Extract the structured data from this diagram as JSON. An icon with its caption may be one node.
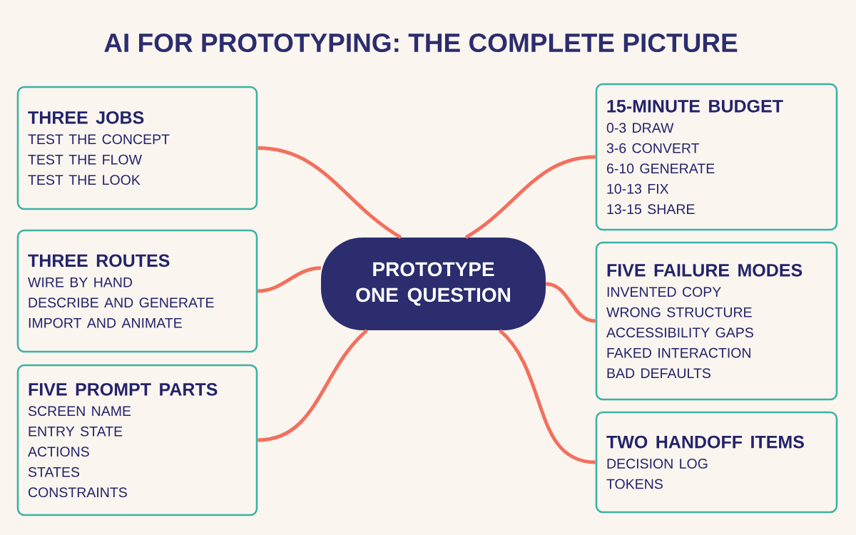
{
  "diagram": {
    "title": "AI FOR PROTOTYPING: THE COMPLETE PICTURE",
    "nodes": [
      {
        "text": [
          "PROTOTYPE ONE QUESTION"
        ]
      },
      {
        "text": [
          "THREE JOBS",
          "TEST THE CONCEPT",
          "TEST THE FLOW",
          "TEST THE LOOK"
        ]
      },
      {
        "text": [
          "THREE ROUTES",
          "WIRE BY HAND",
          "DESCRIBE AND GENERATE",
          "IMPORT AND ANIMATE"
        ]
      },
      {
        "text": [
          "FIVE PROMPT PARTS",
          "SCREEN NAME",
          "ENTRY STATE",
          "ACTIONS",
          "STATES",
          "CONSTRAINTS"
        ]
      },
      {
        "text": [
          "15-MINUTE BUDGET",
          "0-3 DRAW",
          "3-6 CONVERT",
          "6-10 GENERATE",
          "10-13 FIX",
          "13-15 SHARE"
        ]
      },
      {
        "text": [
          "FIVE FAILURE MODES",
          "INVENTED COPY",
          "WRONG STRUCTURE",
          "ACCESSIBILITY GAPS",
          "FAKED INTERACTION",
          "BAD DEFAULTS"
        ]
      },
      {
        "text": [
          "TWO HANDOFF ITEMS",
          "DECISION LOG",
          "TOKENS"
        ]
      }
    ],
    "edges": [
      {
        "from": 0,
        "to": 1,
        "arrow": "none"
      },
      {
        "from": 0,
        "to": 2,
        "arrow": "none"
      },
      {
        "from": 0,
        "to": 3,
        "arrow": "none"
      },
      {
        "from": 0,
        "to": 4,
        "arrow": "none"
      },
      {
        "from": 0,
        "to": 5,
        "arrow": "none"
      },
      {
        "from": 0,
        "to": 6,
        "arrow": "none"
      }
    ]
  }
}
